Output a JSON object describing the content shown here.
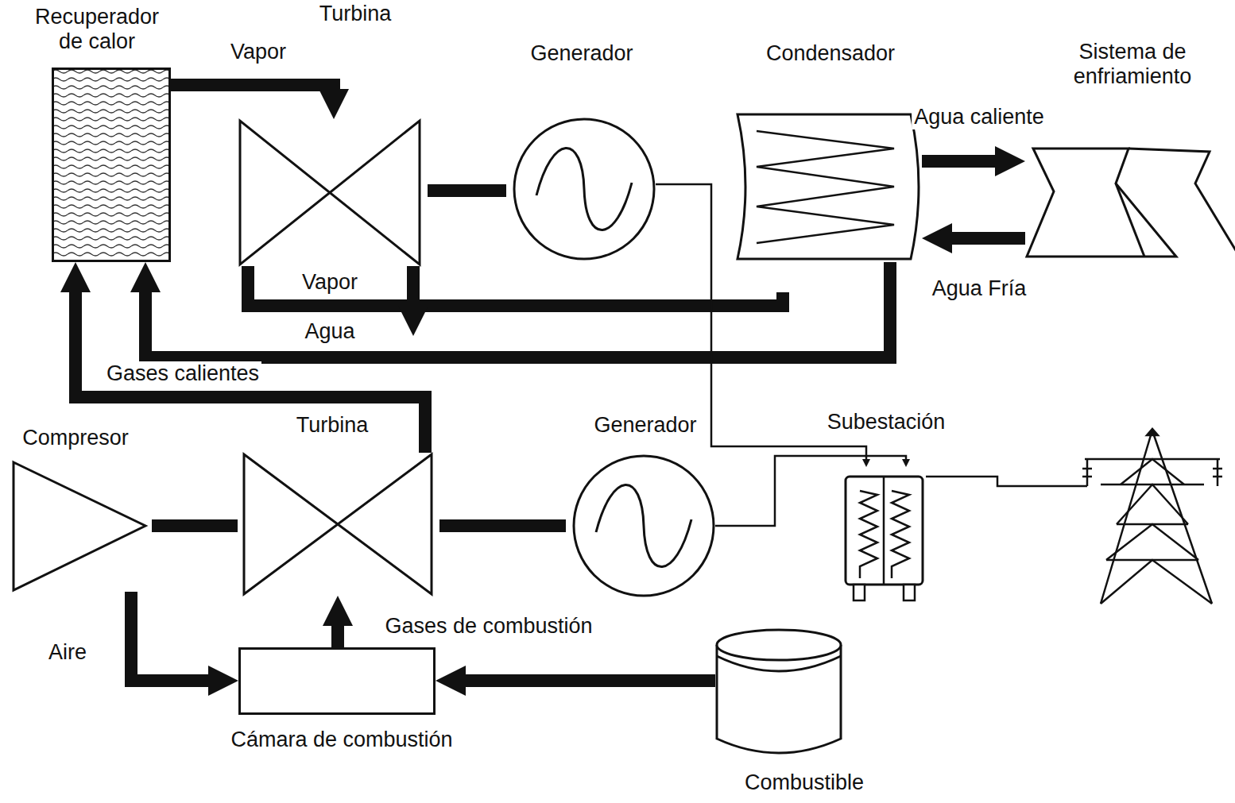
{
  "diagram": {
    "nodes": [
      {
        "text": [
          "Recuperador de calor"
        ]
      },
      {
        "text": [
          "Turbina"
        ]
      },
      {
        "text": [
          "Generador"
        ]
      },
      {
        "text": [
          "Condensador"
        ]
      },
      {
        "text": [
          "Sistema de enfriamiento"
        ]
      },
      {
        "text": [
          "Compresor"
        ]
      },
      {
        "text": [
          "Turbina"
        ]
      },
      {
        "text": [
          "Generador"
        ]
      },
      {
        "text": [
          "Subestación"
        ]
      },
      {
        "text": [
          "Cámara de combustión"
        ]
      },
      {
        "text": [
          "Combustible"
        ]
      }
    ],
    "edges": [
      {
        "from": 0,
        "to": 1,
        "arrow": "to",
        "label": "Vapor"
      },
      {
        "from": 1,
        "to": 3,
        "arrow": "to",
        "label": "Vapor"
      },
      {
        "from": 3,
        "to": 0,
        "arrow": "to",
        "label": "Agua"
      },
      {
        "from": 3,
        "to": 4,
        "arrow": "to",
        "label": "Agua caliente"
      },
      {
        "from": 4,
        "to": 3,
        "arrow": "to",
        "label": "Agua Fría"
      },
      {
        "from": 6,
        "to": 0,
        "arrow": "to",
        "label": "Gases calientes"
      },
      {
        "from": 5,
        "to": 9,
        "arrow": "to",
        "label": "Aire"
      },
      {
        "from": 10,
        "to": 9,
        "arrow": "to"
      },
      {
        "from": 9,
        "to": 6,
        "arrow": "to",
        "label": "Gases de combustión"
      },
      {
        "from": 1,
        "to": 2,
        "arrow": "none"
      },
      {
        "from": 5,
        "to": 6,
        "arrow": "none"
      },
      {
        "from": 6,
        "to": 7,
        "arrow": "none"
      },
      {
        "from": 2,
        "to": 8,
        "arrow": "to"
      },
      {
        "from": 7,
        "to": 8,
        "arrow": "to"
      }
    ]
  }
}
